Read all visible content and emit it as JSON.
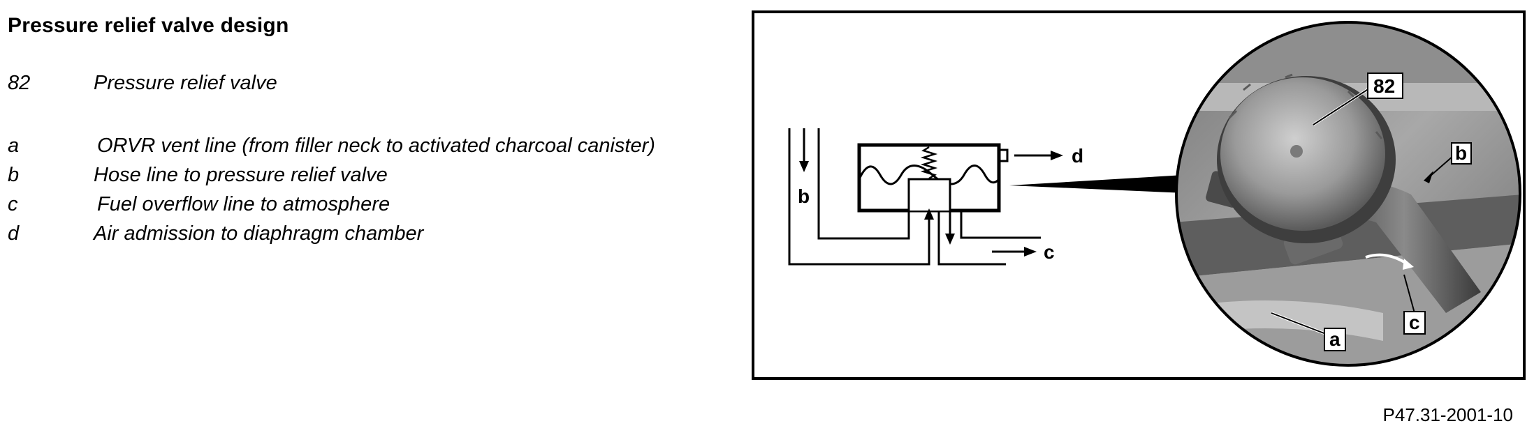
{
  "document": {
    "title": "Pressure relief valve design",
    "legend": [
      {
        "key": "82",
        "text": "Pressure relief valve"
      },
      {
        "key": "a",
        "text": "ORVR vent line (from filler neck to activated charcoal canister)"
      },
      {
        "key": "b",
        "text": "Hose line to pressure relief valve"
      },
      {
        "key": "c",
        "text": "Fuel overflow line to atmosphere"
      },
      {
        "key": "d",
        "text": "Air admission to diaphragm chamber"
      }
    ],
    "figure_reference": "P47.31-2001-10"
  },
  "figure": {
    "schematic_labels": {
      "b": "b",
      "c": "c",
      "d": "d"
    },
    "photo_labels": {
      "part_82": "82",
      "b": "b",
      "c": "c",
      "a": "a"
    }
  }
}
